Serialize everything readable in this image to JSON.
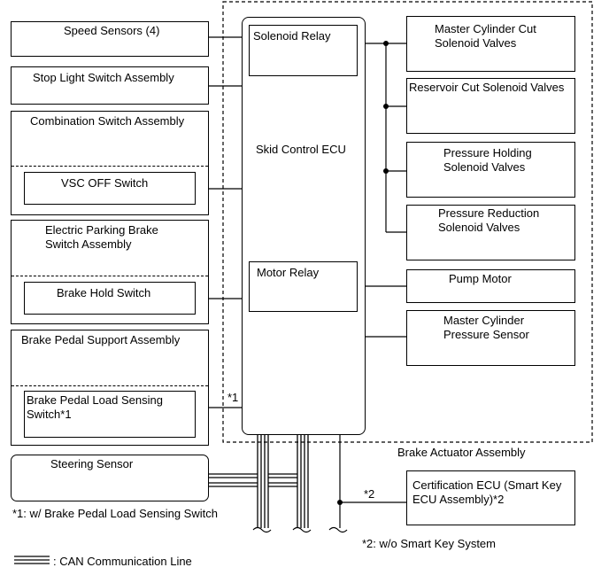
{
  "labels": {
    "speed_sensors": "Speed Sensors (4)",
    "stop_light_switch": "Stop Light Switch Assembly",
    "combination_switch": "Combination Switch Assembly",
    "vsc_off_switch": "VSC OFF Switch",
    "electric_parking_brake": "Electric Parking Brake\nSwitch Assembly",
    "brake_hold_switch": "Brake Hold Switch",
    "brake_pedal_support": "Brake Pedal Support Assembly",
    "brake_pedal_load_sensing": "Brake Pedal Load Sensing\nSwitch*1",
    "steering_sensor": "Steering Sensor",
    "solenoid_relay": "Solenoid Relay",
    "skid_control_ecu": "Skid Control ECU",
    "motor_relay": "Motor Relay",
    "master_cylinder_cut": "Master Cylinder Cut\nSolenoid Valves",
    "reservoir_cut": "Reservoir Cut Solenoid Valves",
    "pressure_holding": "Pressure Holding\nSolenoid Valves",
    "pressure_reduction": "Pressure Reduction\nSolenoid Valves",
    "pump_motor": "Pump Motor",
    "master_cylinder_pressure_sensor": "Master Cylinder\nPressure Sensor",
    "brake_actuator_assembly": "Brake Actuator Assembly",
    "certification_ecu": "Certification ECU (Smart Key\nECU Assembly)*2",
    "marker_1": "*1",
    "marker_2": "*2"
  },
  "notes": {
    "note_1": "*1: w/ Brake Pedal Load Sensing Switch",
    "note_2": "*2: w/o Smart Key System"
  },
  "legend": {
    "can_line": ": CAN Communication Line"
  }
}
